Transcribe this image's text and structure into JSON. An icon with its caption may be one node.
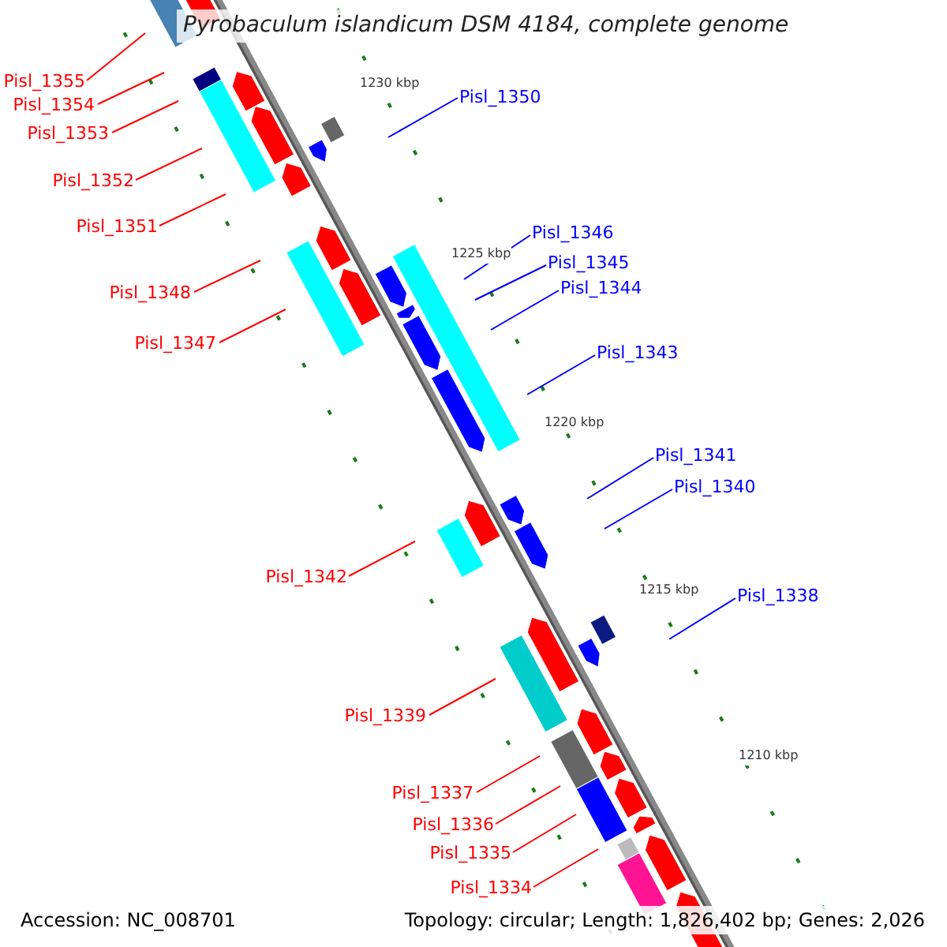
{
  "diagram": {
    "title": "Pyrobaculum islandicum DSM 4184, complete genome",
    "nodes": [
      {
        "text": [
          "Pisl_1355"
        ]
      },
      {
        "text": [
          "Pisl_1354"
        ]
      },
      {
        "text": [
          "Pisl_1353"
        ]
      },
      {
        "text": [
          "Pisl_1350"
        ]
      },
      {
        "text": [
          "Pisl_1352"
        ]
      },
      {
        "text": [
          "Pisl_1351"
        ]
      },
      {
        "text": [
          "Pisl_1346"
        ]
      },
      {
        "text": [
          "Pisl_1345"
        ]
      },
      {
        "text": [
          "Pisl_1344"
        ]
      },
      {
        "text": [
          "Pisl_1348"
        ]
      },
      {
        "text": [
          "Pisl_1347"
        ]
      },
      {
        "text": [
          "Pisl_1343"
        ]
      },
      {
        "text": [
          "Pisl_1341"
        ]
      },
      {
        "text": [
          "Pisl_1340"
        ]
      },
      {
        "text": [
          "Pisl_1342"
        ]
      },
      {
        "text": [
          "Pisl_1338"
        ]
      },
      {
        "text": [
          "Pisl_1339"
        ]
      },
      {
        "text": [
          "Pisl_1337"
        ]
      },
      {
        "text": [
          "Pisl_1336"
        ]
      },
      {
        "text": [
          "Pisl_1335"
        ]
      },
      {
        "text": [
          "Pisl_1334"
        ]
      }
    ],
    "edges": [
      {
        "from": 0,
        "to": null,
        "arrow": "none"
      },
      {
        "from": 1,
        "to": null,
        "arrow": "none"
      },
      {
        "from": 2,
        "to": null,
        "arrow": "none"
      },
      {
        "from": 3,
        "to": null,
        "arrow": "none",
        "color": "#0000ff"
      },
      {
        "from": 4,
        "to": null,
        "arrow": "none"
      },
      {
        "from": 5,
        "to": null,
        "arrow": "none"
      },
      {
        "from": 6,
        "to": null,
        "arrow": "none",
        "color": "#0000ff"
      },
      {
        "from": 7,
        "to": null,
        "arrow": "none",
        "color": "#0000ff"
      },
      {
        "from": 8,
        "to": null,
        "arrow": "none",
        "color": "#0000ff"
      },
      {
        "from": 9,
        "to": null,
        "arrow": "none"
      },
      {
        "from": 10,
        "to": null,
        "arrow": "none"
      },
      {
        "from": 11,
        "to": null,
        "arrow": "none",
        "color": "#0000ff"
      },
      {
        "from": 12,
        "to": null,
        "arrow": "none",
        "color": "#0000ff"
      },
      {
        "from": 13,
        "to": null,
        "arrow": "none",
        "color": "#0000ff"
      },
      {
        "from": 14,
        "to": null,
        "arrow": "none"
      },
      {
        "from": 15,
        "to": null,
        "arrow": "none",
        "color": "#0000ff"
      },
      {
        "from": 16,
        "to": null,
        "arrow": "none"
      },
      {
        "from": 17,
        "to": null,
        "arrow": "none"
      },
      {
        "from": 18,
        "to": null,
        "arrow": "none"
      },
      {
        "from": 19,
        "to": null,
        "arrow": "none"
      },
      {
        "from": 20,
        "to": null,
        "arrow": "none"
      }
    ],
    "labels": [
      "1230 kbp",
      "1225 kbp",
      "1220 kbp",
      "1215 kbp",
      "1210 kbp",
      "Accession: NC_008701",
      "Topology: circular; Length: 1,826,402 bp; Genes: 2,026"
    ]
  }
}
